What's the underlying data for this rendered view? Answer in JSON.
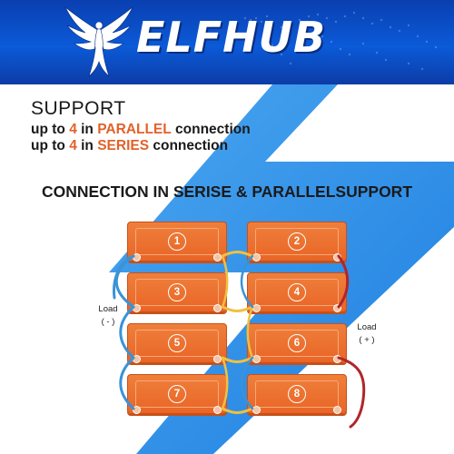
{
  "brand": {
    "name": "ELFHUB",
    "logo": "phoenix-bird-logo"
  },
  "support": {
    "title": "SUPPORT",
    "parallel_prefix": "up to ",
    "parallel_count": "4",
    "parallel_mid": " in ",
    "parallel_word": "PARALLEL",
    "parallel_suffix": " connection",
    "series_prefix": "up to ",
    "series_count": "4",
    "series_mid": " in ",
    "series_word": "SERIES",
    "series_suffix": " connection"
  },
  "section_title": "CONNECTION IN SERISE & PARALLELSUPPORT",
  "batteries": [
    {
      "label": "1"
    },
    {
      "label": "2"
    },
    {
      "label": "3"
    },
    {
      "label": "4"
    },
    {
      "label": "5"
    },
    {
      "label": "6"
    },
    {
      "label": "7"
    },
    {
      "label": "8"
    }
  ],
  "load": {
    "negative": {
      "word": "Load",
      "sign": "( - )"
    },
    "positive": {
      "word": "Load",
      "sign": "( + )"
    }
  },
  "colors": {
    "banner_blue": "#0b5ad8",
    "accent_orange": "#e2622a",
    "battery_orange": "#ec7330",
    "lightning_blue": "#2f8fe6",
    "wire_blue": "#3a93d8",
    "wire_yellow": "#f0c040",
    "wire_red": "#b0262a"
  }
}
